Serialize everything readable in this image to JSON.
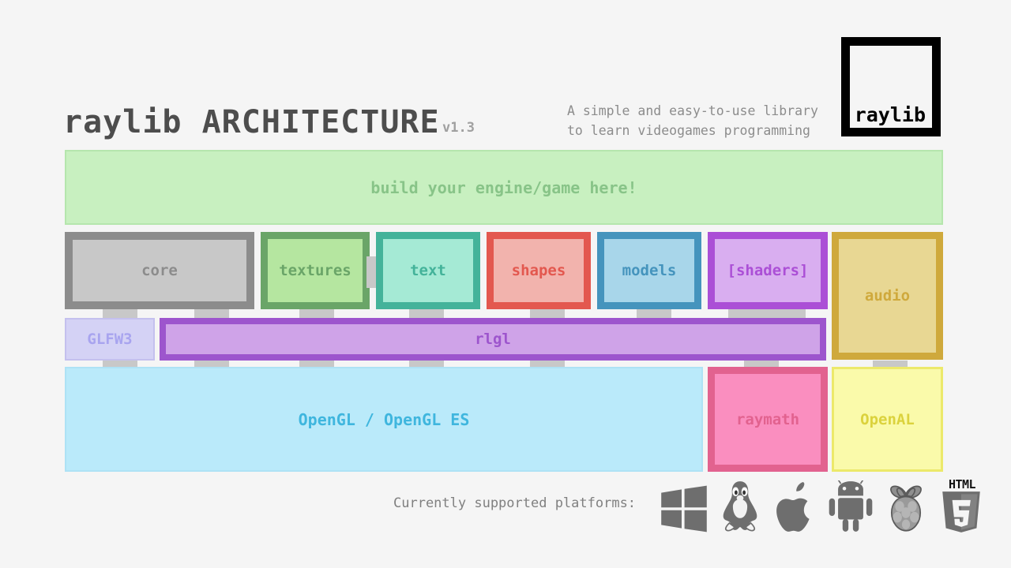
{
  "header": {
    "title": "raylib ARCHITECTURE",
    "version": "v1.3",
    "tagline_line1": "A simple and easy-to-use library",
    "tagline_line2": "to learn videogames programming",
    "logo_text": "raylib"
  },
  "diagram": {
    "user_layer": {
      "label": "build your engine/game here!",
      "fill": "#c8f0c0",
      "border": "#b5e6ad",
      "text_color": "#88c488"
    },
    "modules": [
      {
        "label": "core",
        "fill": "#c8c8c8",
        "border": "#8c8c8c",
        "text_color": "#8c8c8c"
      },
      {
        "label": "textures",
        "fill": "#b5e6a0",
        "border": "#6aa568",
        "text_color": "#6aa568"
      },
      {
        "label": "text",
        "fill": "#a5ead5",
        "border": "#44b39a",
        "text_color": "#44b39a"
      },
      {
        "label": "shapes",
        "fill": "#f2b3ad",
        "border": "#e3584f",
        "text_color": "#e3584f"
      },
      {
        "label": "models",
        "fill": "#a8d6ea",
        "border": "#4594bd",
        "text_color": "#4594bd"
      },
      {
        "label": "[shaders]",
        "fill": "#d9aef0",
        "border": "#ab4fd6",
        "text_color": "#ab4fd6"
      },
      {
        "label": "audio",
        "fill": "#e8d793",
        "border": "#cfa93c",
        "text_color": "#cfa93c"
      }
    ],
    "glfw": {
      "label": "GLFW3",
      "fill": "#d4d2f5",
      "border": "#c4c0ee",
      "text_color": "#a8a4ef"
    },
    "rlgl": {
      "label": "rlgl",
      "fill": "#cfa3e8",
      "border": "#9d55cd",
      "text_color": "#9d55cd"
    },
    "opengl": {
      "label": "OpenGL / OpenGL ES",
      "fill": "#baeafa",
      "border": "#aee2f5",
      "text_color": "#3fb6de"
    },
    "raymath": {
      "label": "raymath",
      "fill": "#fa8ebf",
      "border": "#e2628f",
      "text_color": "#e2628f"
    },
    "openal": {
      "label": "OpenAL",
      "fill": "#fafaaa",
      "border": "#ece96a",
      "text_color": "#dbd23d"
    }
  },
  "footer": {
    "label": "Currently supported platforms:",
    "platforms": [
      {
        "name": "windows-icon"
      },
      {
        "name": "linux-tux-icon"
      },
      {
        "name": "apple-icon"
      },
      {
        "name": "android-icon"
      },
      {
        "name": "raspberry-pi-icon"
      },
      {
        "name": "html5-icon"
      }
    ],
    "html5_text": "HTML",
    "html5_number": "5"
  }
}
